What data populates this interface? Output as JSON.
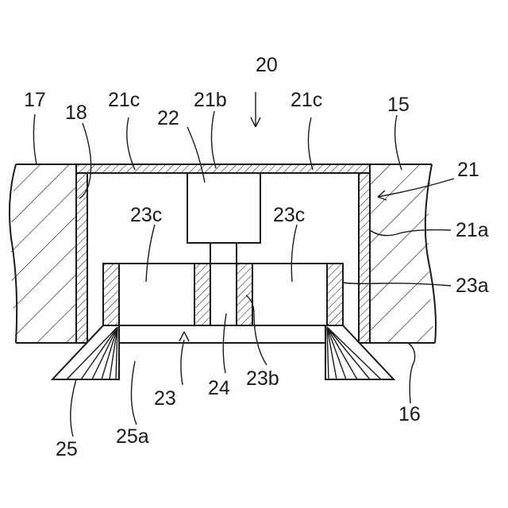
{
  "labels": {
    "l20": "20",
    "l17": "17",
    "l18": "18",
    "l21c_left": "21c",
    "l21b": "21b",
    "l21c_right": "21c",
    "l15": "15",
    "l22": "22",
    "l21": "21",
    "l23c_left": "23c",
    "l23c_right": "23c",
    "l21a": "21a",
    "l23a": "23a",
    "l16": "16",
    "l23": "23",
    "l24": "24",
    "l23b": "23b",
    "l25": "25",
    "l25a": "25a"
  }
}
